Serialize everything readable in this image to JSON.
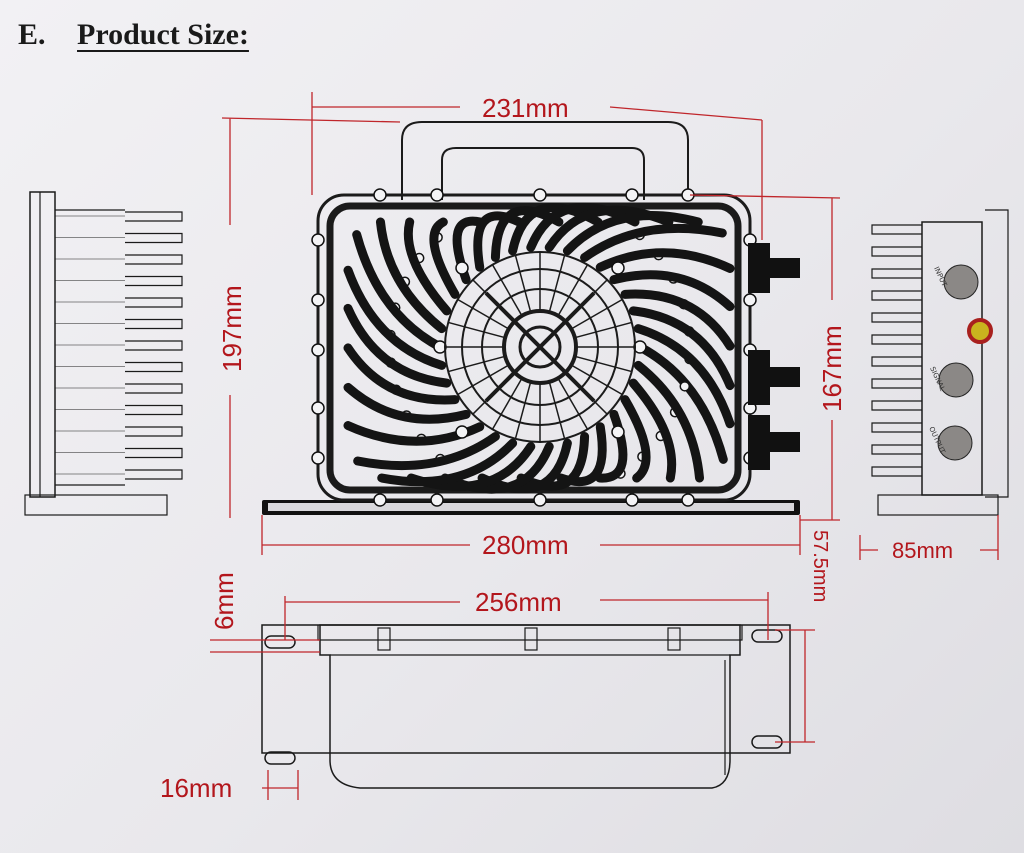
{
  "heading": {
    "section": "E.",
    "title": "Product Size:"
  },
  "dimensions": {
    "top_width": "231mm",
    "overall_height": "197mm",
    "body_height": "167mm",
    "base_width": "280mm",
    "side_depth": "85mm",
    "mount_hole_spacing": "256mm",
    "flange_thickness": "6mm",
    "flange_height": "57.5mm",
    "flange_edge": "16mm"
  },
  "ports": {
    "input": "INPUT",
    "signal": "SIGNAL",
    "output": "OUTPUT"
  },
  "colors": {
    "dimension": "#b3161c",
    "ink": "#1b1b1b",
    "paper": "#efeef1"
  }
}
